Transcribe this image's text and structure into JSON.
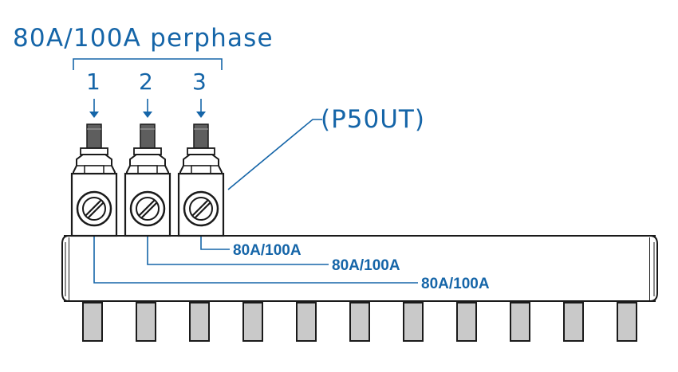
{
  "diagram": {
    "title": "80A/100A perphase",
    "phases": [
      "1",
      "2",
      "3"
    ],
    "model_label": "(P50UT)",
    "ratings": [
      "80A/100A",
      "80A/100A",
      "80A/100A"
    ],
    "outlet_count": 11,
    "colors": {
      "accent": "#1565a8",
      "outline": "#1a1a1a",
      "bar_fill": "#ffffff",
      "pin_fill": "#c9c9c9"
    }
  }
}
